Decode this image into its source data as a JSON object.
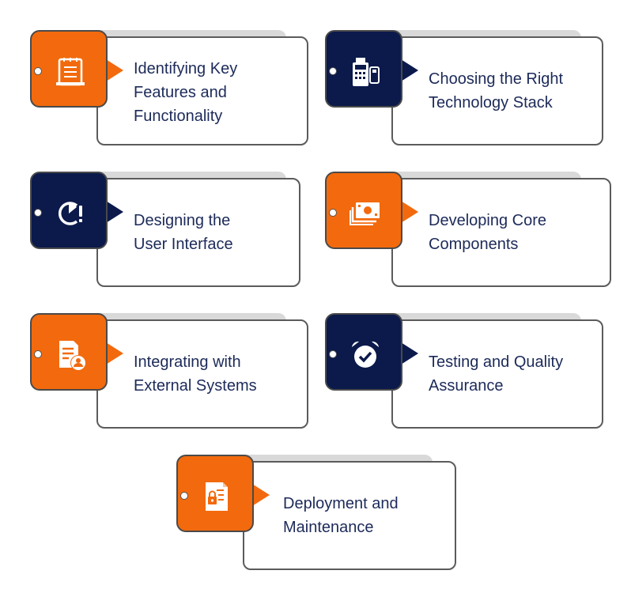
{
  "steps": [
    {
      "lines": [
        "Identifying Key",
        "Features and",
        "Functionality"
      ],
      "color": "orange",
      "icon": "checklist-icon"
    },
    {
      "lines": [
        "Choosing the Right",
        "Technology Stack"
      ],
      "color": "navy",
      "icon": "pos-terminal-icon"
    },
    {
      "lines": [
        "Designing the",
        "User Interface"
      ],
      "color": "navy",
      "icon": "timer-alert-icon"
    },
    {
      "lines": [
        "Developing Core",
        "Components"
      ],
      "color": "orange",
      "icon": "cash-icon"
    },
    {
      "lines": [
        "Integrating with",
        "External Systems"
      ],
      "color": "orange",
      "icon": "user-document-icon"
    },
    {
      "lines": [
        "Testing and Quality",
        "Assurance"
      ],
      "color": "navy",
      "icon": "alarm-check-icon"
    },
    {
      "lines": [
        "Deployment and",
        "Maintenance"
      ],
      "color": "orange",
      "icon": "secure-document-icon"
    }
  ],
  "colors": {
    "orange": "#f26a0d",
    "navy": "#0b1a4b",
    "text": "#1c2a59"
  }
}
